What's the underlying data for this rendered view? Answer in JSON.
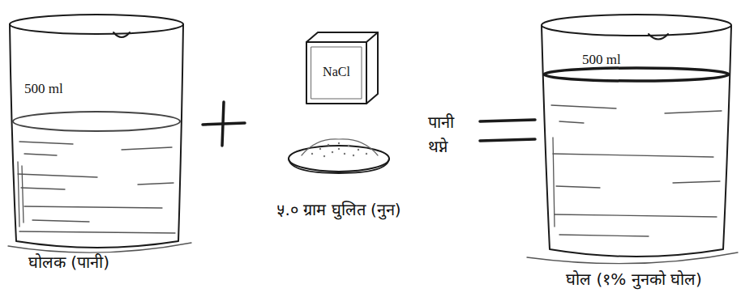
{
  "diagram": {
    "nodes": [
      {
        "text": [
          "500 ml",
          "घोलक (पानी)"
        ]
      },
      {
        "text": [
          "NaCl"
        ]
      },
      {
        "text": [
          "500 ml",
          "घोल (१% नुनको घोल)"
        ]
      }
    ],
    "labels": [
      "५.० ग्राम घुलित (नुन)",
      "पानी थप्ने"
    ]
  }
}
